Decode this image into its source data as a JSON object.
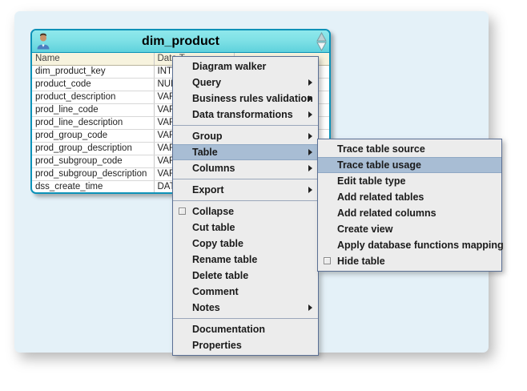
{
  "entity": {
    "title": "dim_product",
    "icon": "user-avatar-icon",
    "scroll_up_icon": "triangle-up-icon",
    "scroll_down_icon": "triangle-down-icon",
    "columns_headers": [
      "Name",
      "Data T"
    ],
    "rows": [
      {
        "name": "dim_product_key",
        "type": "INTEGE"
      },
      {
        "name": "product_code",
        "type": "NUMER"
      },
      {
        "name": "product_description",
        "type": "VARCH"
      },
      {
        "name": "prod_line_code",
        "type": "VARCH"
      },
      {
        "name": "prod_line_description",
        "type": "VARCH"
      },
      {
        "name": "prod_group_code",
        "type": "VARCH"
      },
      {
        "name": "prod_group_description",
        "type": "VARCH"
      },
      {
        "name": "prod_subgroup_code",
        "type": "VARCH"
      },
      {
        "name": "prod_subgroup_description",
        "type": "VARCH"
      },
      {
        "name": "dss_create_time",
        "type": "DATET"
      }
    ]
  },
  "context_menu": {
    "items": [
      {
        "label": "Diagram walker",
        "submenu": false,
        "checkbox": false,
        "selected": false
      },
      {
        "label": "Query",
        "submenu": true,
        "checkbox": false,
        "selected": false
      },
      {
        "label": "Business rules validation",
        "submenu": true,
        "checkbox": false,
        "selected": false
      },
      {
        "label": "Data transformations",
        "submenu": true,
        "checkbox": false,
        "selected": false
      },
      {
        "separator": true
      },
      {
        "label": "Group",
        "submenu": true,
        "checkbox": false,
        "selected": false
      },
      {
        "label": "Table",
        "submenu": true,
        "checkbox": false,
        "selected": true
      },
      {
        "label": "Columns",
        "submenu": true,
        "checkbox": false,
        "selected": false
      },
      {
        "separator": true
      },
      {
        "label": "Export",
        "submenu": true,
        "checkbox": false,
        "selected": false
      },
      {
        "separator": true
      },
      {
        "label": "Collapse",
        "submenu": false,
        "checkbox": true,
        "selected": false
      },
      {
        "label": "Cut table",
        "submenu": false,
        "checkbox": false,
        "selected": false
      },
      {
        "label": "Copy table",
        "submenu": false,
        "checkbox": false,
        "selected": false
      },
      {
        "label": "Rename table",
        "submenu": false,
        "checkbox": false,
        "selected": false
      },
      {
        "label": "Delete table",
        "submenu": false,
        "checkbox": false,
        "selected": false
      },
      {
        "label": "Comment",
        "submenu": false,
        "checkbox": false,
        "selected": false
      },
      {
        "label": "Notes",
        "submenu": true,
        "checkbox": false,
        "selected": false
      },
      {
        "separator": true
      },
      {
        "label": "Documentation",
        "submenu": false,
        "checkbox": false,
        "selected": false
      },
      {
        "label": "Properties",
        "submenu": false,
        "checkbox": false,
        "selected": false
      }
    ]
  },
  "table_submenu": {
    "items": [
      {
        "label": "Trace table source",
        "submenu": false,
        "checkbox": false,
        "selected": false
      },
      {
        "label": "Trace table usage",
        "submenu": false,
        "checkbox": false,
        "selected": true
      },
      {
        "label": "Edit table type",
        "submenu": false,
        "checkbox": false,
        "selected": false
      },
      {
        "label": "Add related tables",
        "submenu": false,
        "checkbox": false,
        "selected": false
      },
      {
        "label": "Add related columns",
        "submenu": false,
        "checkbox": false,
        "selected": false
      },
      {
        "label": "Create view",
        "submenu": false,
        "checkbox": false,
        "selected": false
      },
      {
        "label": "Apply database functions mapping",
        "submenu": false,
        "checkbox": false,
        "selected": false
      },
      {
        "label": "Hide table",
        "submenu": false,
        "checkbox": true,
        "selected": false
      }
    ]
  },
  "colors": {
    "canvas_background": "#e4f1f8",
    "entity_border": "#0c92b8",
    "titlebar_gradient_top": "#8fe8ec",
    "titlebar_gradient_bottom": "#5fd2dc",
    "grid_header_background": "#f7f3de",
    "menu_background": "#ececec",
    "menu_border": "#5a6f94",
    "menu_highlight": "#a8bdd4"
  }
}
